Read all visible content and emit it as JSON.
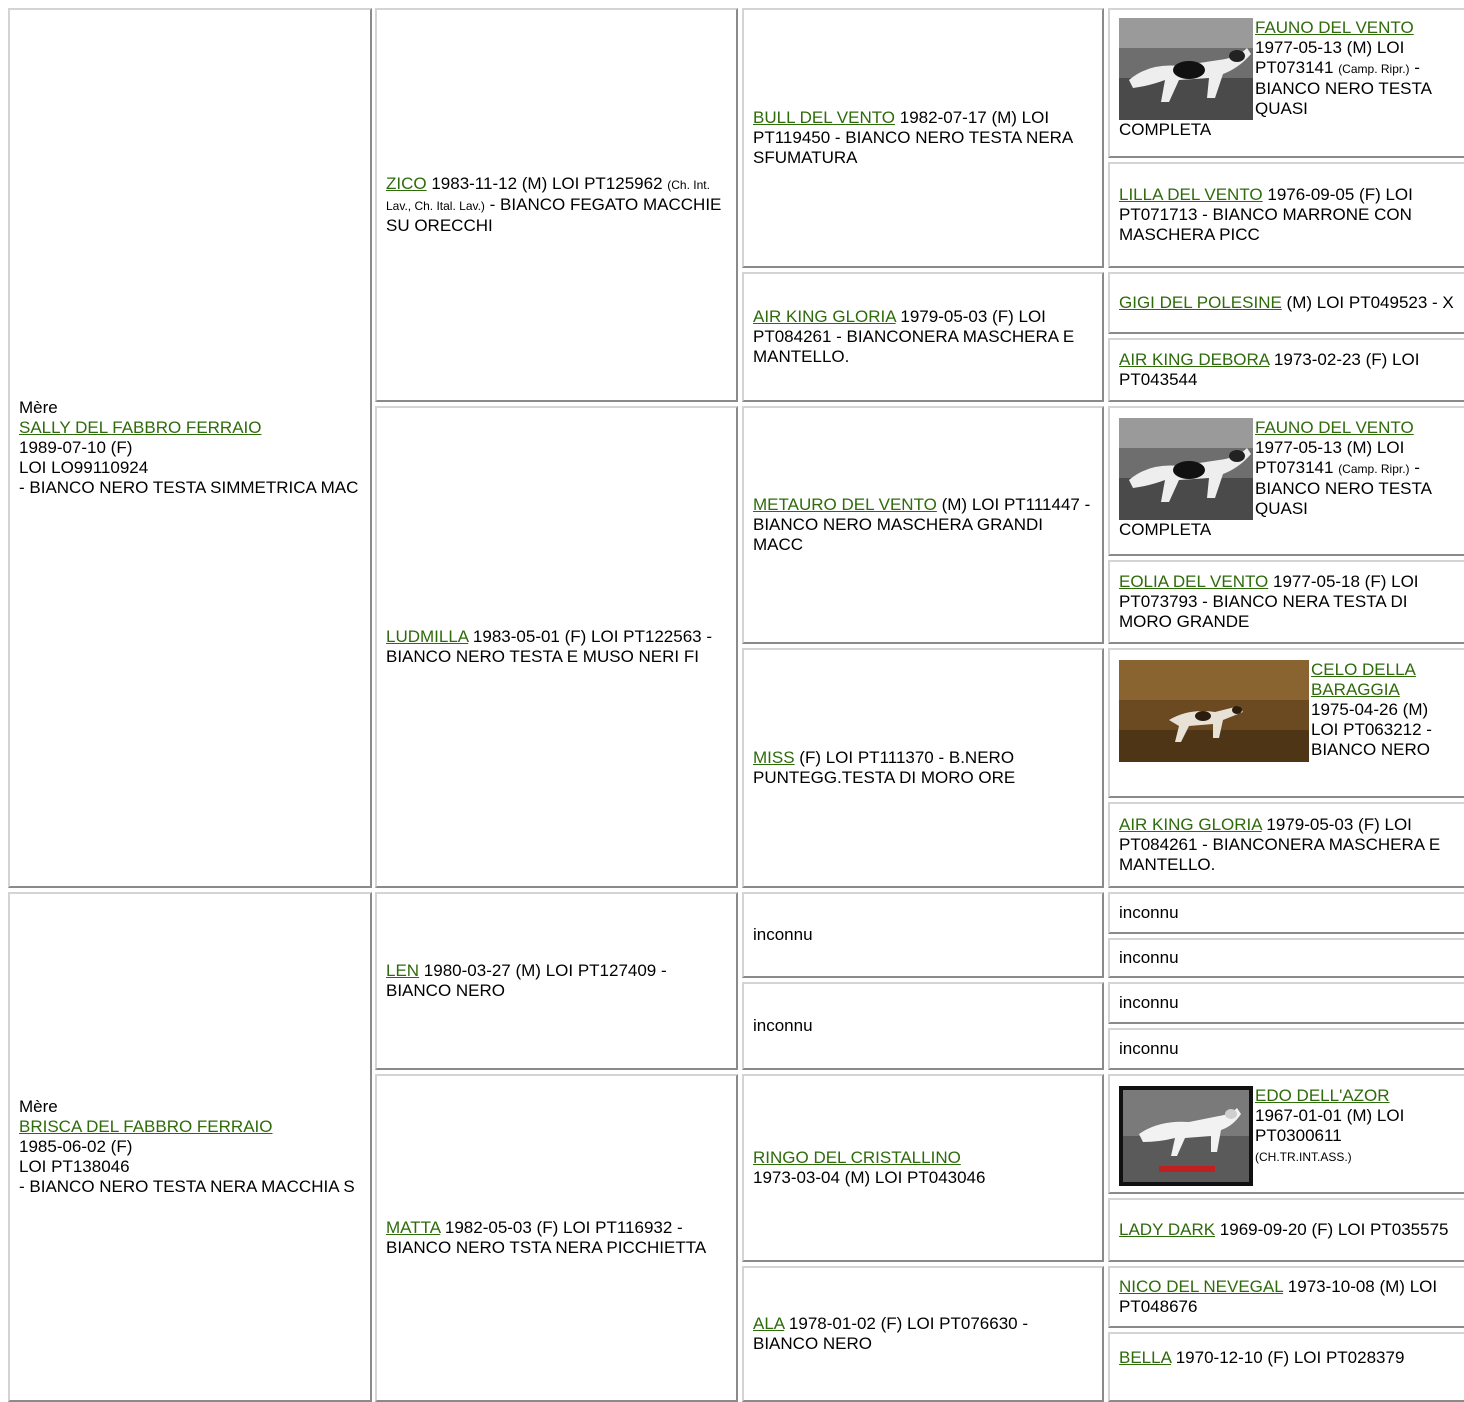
{
  "mother_label": "Mère",
  "unknown": "inconnu",
  "g1": [
    {
      "name": "SALLY DEL FABBRO FERRAIO",
      "date": "1989-07-10 (F)",
      "reg": "LOI LO99110924",
      "desc": "- BIANCO NERO TESTA SIMMETRICA MAC"
    },
    {
      "name": "BRISCA DEL FABBRO FERRAIO",
      "date": "1985-06-02 (F)",
      "reg": "LOI PT138046",
      "desc": "- BIANCO NERO TESTA NERA MACCHIA S"
    }
  ],
  "g2": [
    {
      "name": "ZICO",
      "info": " 1983-11-12 (M) LOI PT125962 ",
      "small": "(Ch. Int. Lav., Ch. Ital. Lav.)",
      "info2": " - BIANCO FEGATO MACCHIE SU ORECCHI"
    },
    {
      "name": "LUDMILLA",
      "info": " 1983-05-01 (F) LOI PT122563 - BIANCO NERO TESTA E MUSO NERI FI"
    },
    {
      "name": "LEN",
      "info": " 1980-03-27 (M) LOI PT127409 - BIANCO NERO"
    },
    {
      "name": "MATTA",
      "info": " 1982-05-03 (F) LOI PT116932 - BIANCO NERO TSTA NERA PICCHIETTA"
    }
  ],
  "g3": [
    {
      "name": "BULL DEL VENTO",
      "info": " 1982-07-17 (M) LOI PT119450 - BIANCO NERO TESTA NERA SFUMATURA"
    },
    {
      "name": "AIR KING GLORIA",
      "info": " 1979-05-03 (F) LOI PT084261 - BIANCONERA MASCHERA E MANTELLO."
    },
    {
      "name": "METAURO DEL VENTO",
      "info": " (M) LOI PT111447 - BIANCO NERO MASCHERA GRANDI MACC"
    },
    {
      "name": "MISS",
      "info": " (F) LOI PT111370 - B.NERO PUNTEGG.TESTA DI MORO ORE"
    },
    {
      "name": "RINGO DEL CRISTALLINO",
      "info": "1973-03-04 (M) LOI PT043046"
    },
    {
      "name": "ALA",
      "info": " 1978-01-02 (F) LOI PT076630 - BIANCO NERO"
    }
  ],
  "g4": [
    {
      "name": "FAUNO DEL VENTO",
      "info": "1977-05-13 (M) LOI PT073141 ",
      "small": "(Camp. Ripr.)",
      "info2": " - BIANCO NERO TESTA QUASI",
      "tail": "COMPLETA"
    },
    {
      "name": "LILLA DEL VENTO",
      "info": " 1976-09-05 (F) LOI PT071713 - BIANCO MARRONE CON MASCHERA PICC"
    },
    {
      "name": "GIGI DEL POLESINE",
      "info": " (M) LOI PT049523 - X"
    },
    {
      "name": "AIR KING DEBORA",
      "info": " 1973-02-23 (F) LOI PT043544"
    },
    {
      "name": "FAUNO DEL VENTO",
      "info": "1977-05-13 (M) LOI PT073141 ",
      "small": "(Camp. Ripr.)",
      "info2": " - BIANCO NERO TESTA QUASI",
      "tail": "COMPLETA"
    },
    {
      "name": "EOLIA DEL VENTO",
      "info": " 1977-05-18 (F) LOI PT073793 - BIANCO NERA TESTA DI MORO GRANDE"
    },
    {
      "name": "CELO DELLA BARAGGIA",
      "info": "1975-04-26 (M) LOI PT063212 - BIANCO NERO"
    },
    {
      "name": "AIR KING GLORIA",
      "info": " 1979-05-03 (F) LOI PT084261 - BIANCONERA MASCHERA E MANTELLO."
    },
    {
      "name": "EDO DELL'AZOR",
      "info": "1967-01-01 (M) LOI PT0300611",
      "small": "(CH.TR.INT.ASS.)"
    },
    {
      "name": "LADY DARK",
      "info": " 1969-09-20 (F) LOI PT035575"
    },
    {
      "name": "NICO DEL NEVEGAL",
      "info": " 1973-10-08 (M) LOI PT048676"
    },
    {
      "name": "BELLA",
      "info": " 1970-12-10 (F) LOI PT028379"
    }
  ]
}
